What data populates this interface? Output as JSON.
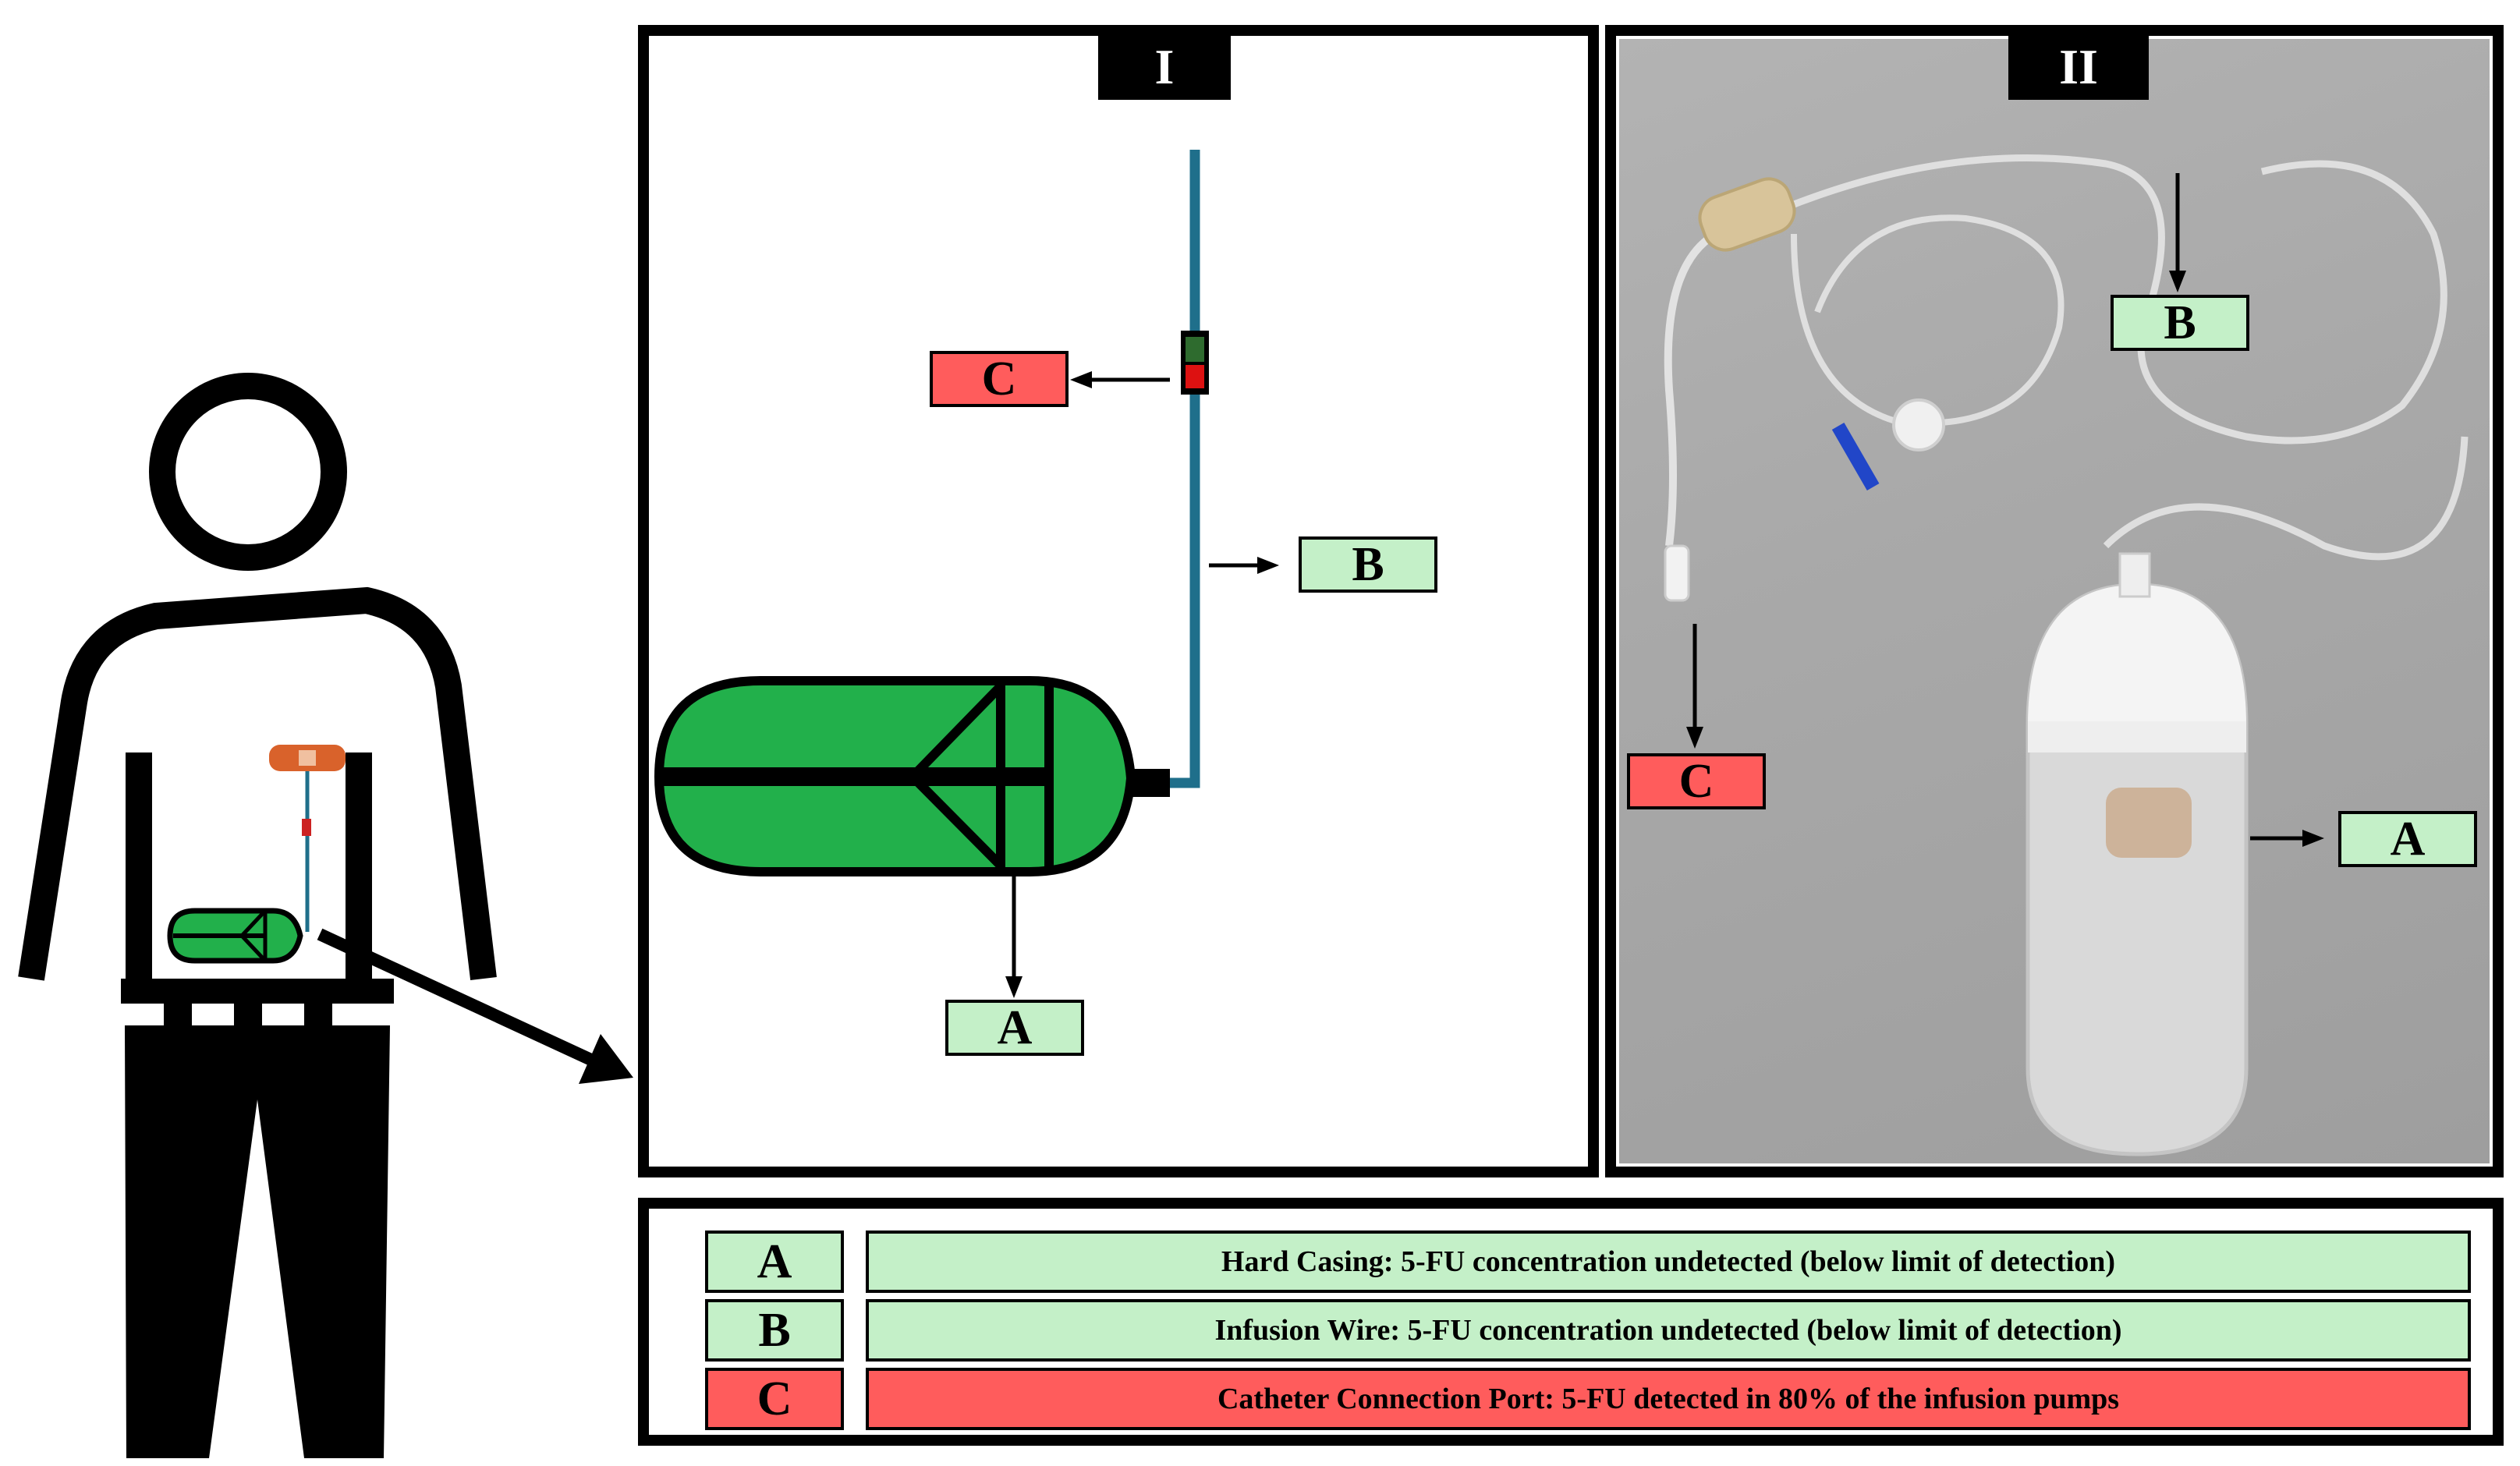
{
  "panels": [
    {
      "id": "I",
      "title": "I"
    },
    {
      "id": "II",
      "title": "II"
    }
  ],
  "labels": {
    "a": "A",
    "b": "B",
    "c": "C"
  },
  "legend": [
    {
      "key": "A",
      "text": "Hard Casing: 5-FU concentration undetected (below limit of detection)",
      "color": "#c4f0c8"
    },
    {
      "key": "B",
      "text": "Infusion Wire: 5-FU concentration undetected (below limit of detection)",
      "color": "#c4f0c8"
    },
    {
      "key": "C",
      "text": "Catheter Connection Port: 5-FU detected in 80% of the infusion pumps",
      "color": "#ff5c5c"
    }
  ],
  "colors": {
    "pump_green": "#22b04b",
    "tube_blue": "#1f6f8b",
    "label_green": "#c4f0c8",
    "label_red": "#ff5c5c",
    "patch_orange": "#d9622b"
  }
}
